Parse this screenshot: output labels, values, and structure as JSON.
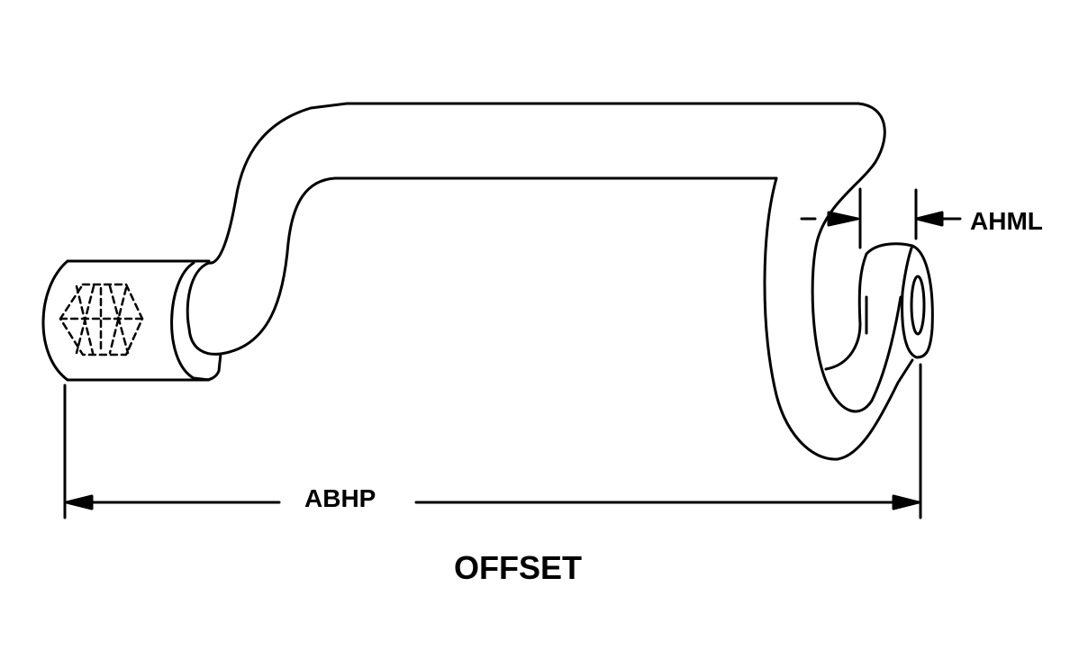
{
  "dimensions": {
    "overall_length_label": "ABHP",
    "hook_opening_label": "AHML"
  },
  "caption": "OFFSET",
  "colors": {
    "line": "#000000",
    "background": "#ffffff"
  }
}
